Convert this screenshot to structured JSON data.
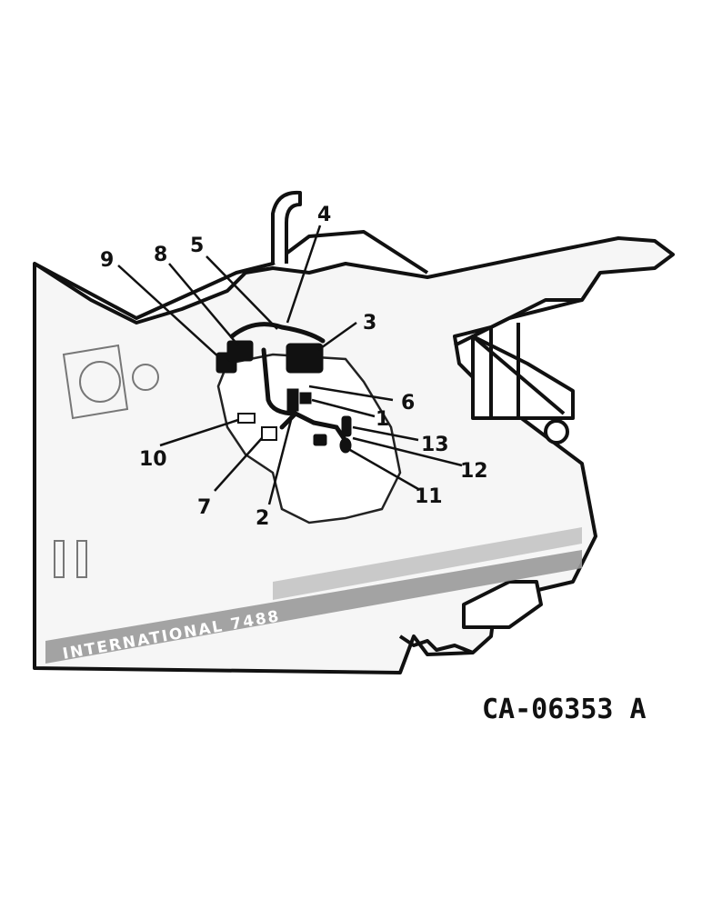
{
  "figure_id": "CA-06353 A",
  "decal_text": "INTERNATIONAL 7488",
  "callouts": [
    {
      "label": "1"
    },
    {
      "label": "2"
    },
    {
      "label": "3"
    },
    {
      "label": "4"
    },
    {
      "label": "5"
    },
    {
      "label": "6"
    },
    {
      "label": "7"
    },
    {
      "label": "8"
    },
    {
      "label": "9"
    },
    {
      "label": "10"
    },
    {
      "label": "11"
    },
    {
      "label": "12"
    },
    {
      "label": "13"
    }
  ],
  "colors": {
    "ink": "#111111",
    "stripe": "#9a9a9a",
    "body": "#f4f4f4"
  }
}
